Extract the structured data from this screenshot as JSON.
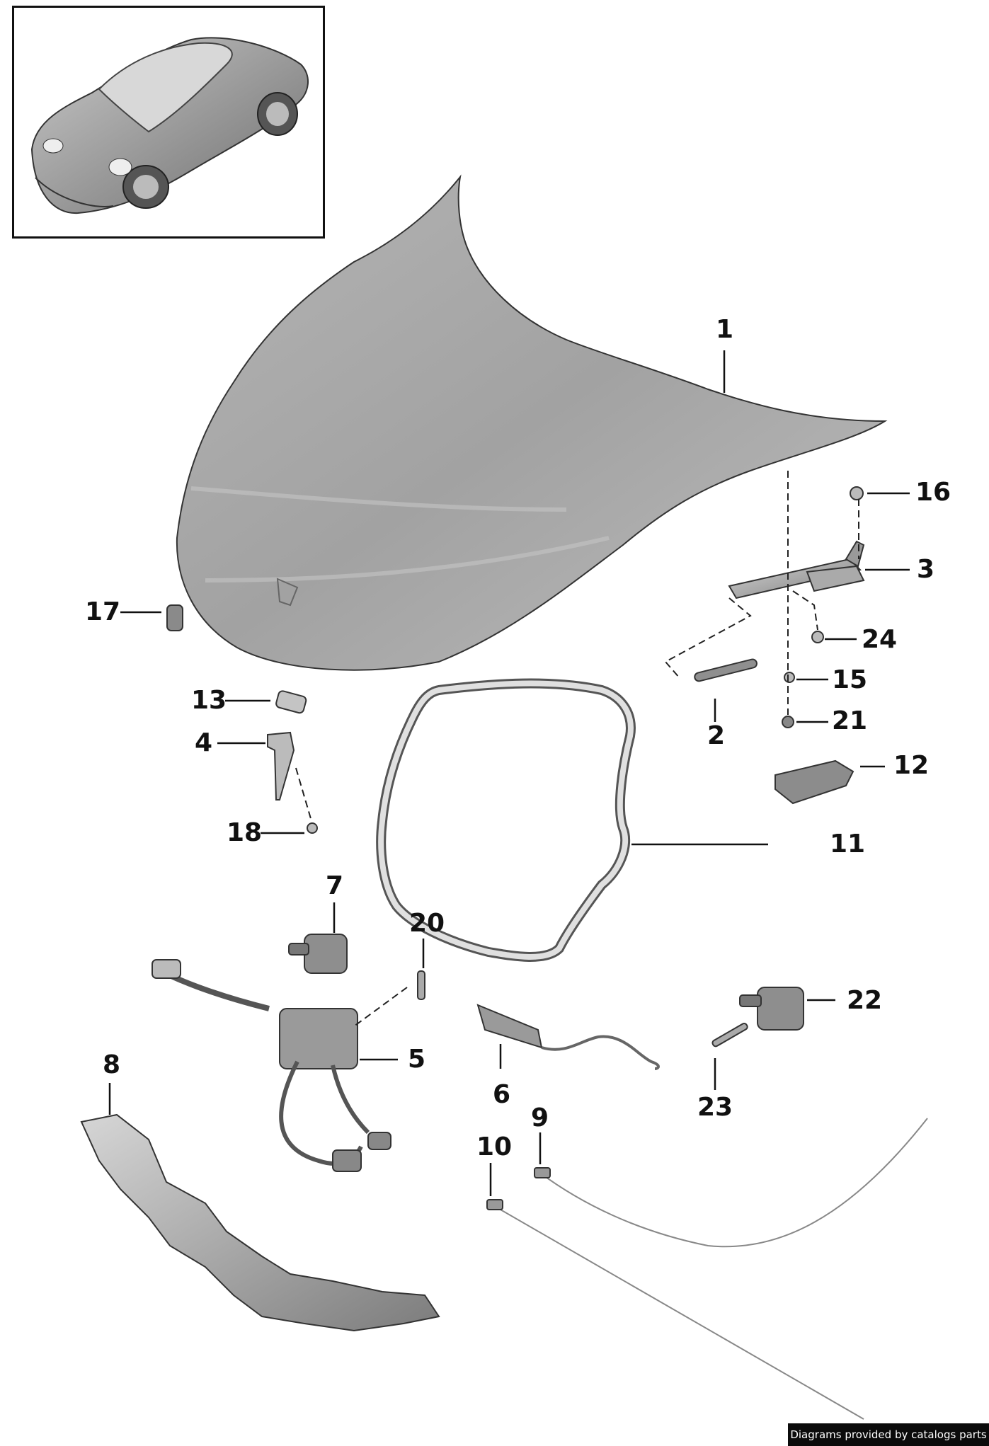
{
  "diagram": {
    "callouts": [
      {
        "id": "c1",
        "label": "1"
      },
      {
        "id": "c2",
        "label": "2"
      },
      {
        "id": "c3",
        "label": "3"
      },
      {
        "id": "c4",
        "label": "4"
      },
      {
        "id": "c5",
        "label": "5"
      },
      {
        "id": "c6",
        "label": "6"
      },
      {
        "id": "c7",
        "label": "7"
      },
      {
        "id": "c8",
        "label": "8"
      },
      {
        "id": "c9",
        "label": "9"
      },
      {
        "id": "c10",
        "label": "10"
      },
      {
        "id": "c11",
        "label": "11"
      },
      {
        "id": "c12",
        "label": "12"
      },
      {
        "id": "c13",
        "label": "13"
      },
      {
        "id": "c15",
        "label": "15"
      },
      {
        "id": "c16",
        "label": "16"
      },
      {
        "id": "c17",
        "label": "17"
      },
      {
        "id": "c18",
        "label": "18"
      },
      {
        "id": "c20",
        "label": "20"
      },
      {
        "id": "c21",
        "label": "21"
      },
      {
        "id": "c22",
        "label": "22"
      },
      {
        "id": "c23",
        "label": "23"
      },
      {
        "id": "c24",
        "label": "24"
      }
    ]
  },
  "footer": {
    "credit": "Diagrams provided by catalogs parts"
  },
  "colors": {
    "hood_fill": "#a9a9a9",
    "part_fill": "#9c9c9c",
    "line": "#222222",
    "credit_bg": "#0b0b0b"
  }
}
